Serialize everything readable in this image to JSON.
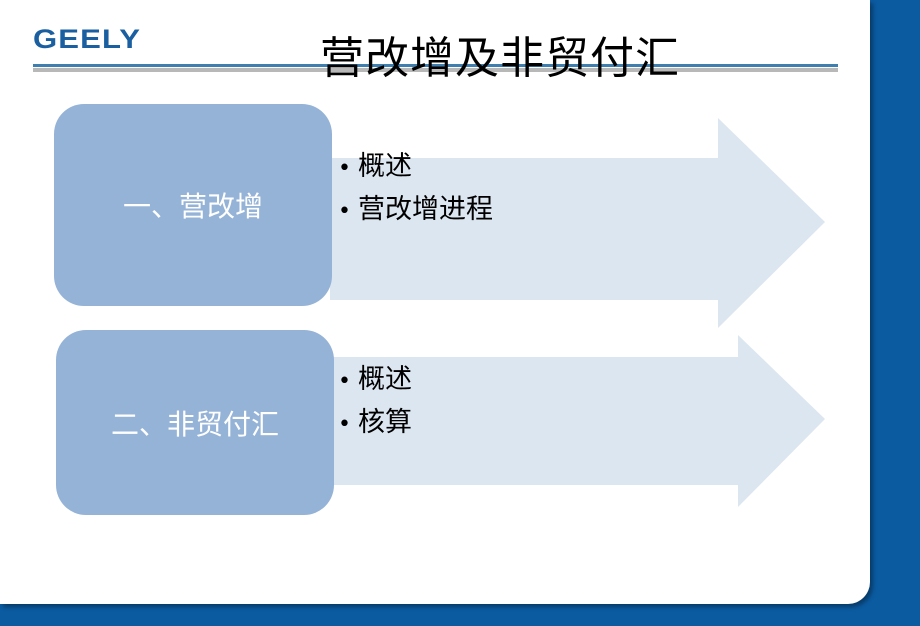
{
  "logo": "GEELY",
  "title": "营改增及非贸付汇",
  "sections": [
    {
      "label": "一、营改增",
      "items": [
        "概述",
        "营改增进程"
      ]
    },
    {
      "label": "二、非贸付汇",
      "items": [
        "概述",
        "核算"
      ]
    }
  ],
  "colors": {
    "frame": "#0b5ba1",
    "box": "#95b3d7",
    "arrow": "#dce6f0"
  }
}
